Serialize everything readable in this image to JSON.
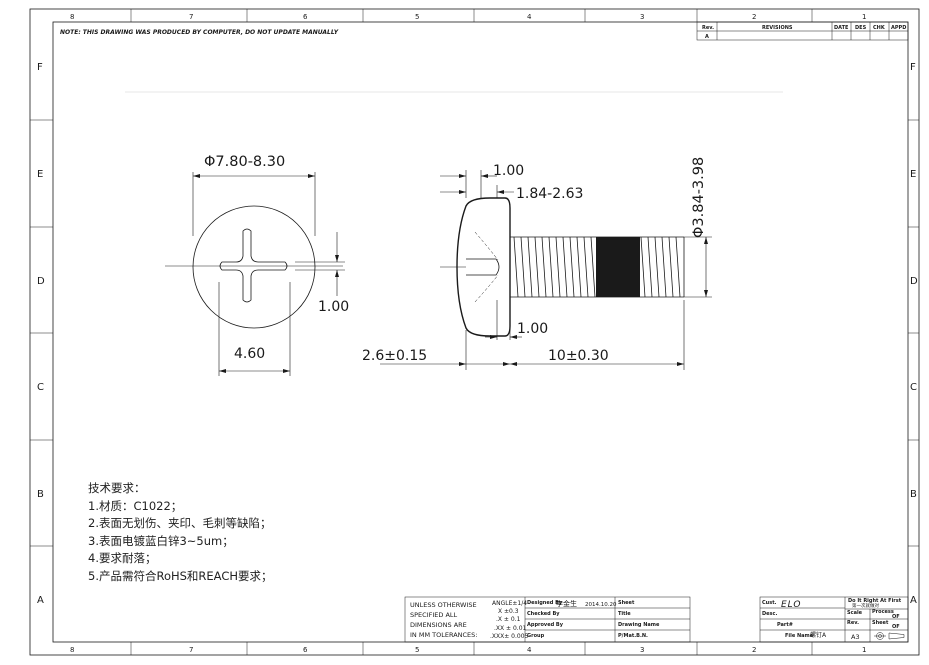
{
  "grid": {
    "columns_top": [
      "8",
      "7",
      "6",
      "5",
      "4",
      "3",
      "2",
      "1"
    ],
    "columns_bottom": [
      "8",
      "7",
      "6",
      "5",
      "4",
      "3",
      "2",
      "1"
    ],
    "rows": [
      "F",
      "E",
      "D",
      "C",
      "B",
      "A"
    ]
  },
  "header_note": "NOTE: THIS DRAWING WAS PRODUCED BY COMPUTER, DO NOT UPDATE MANUALLY",
  "revisions": {
    "rev_label": "Rev.",
    "title": "REVISIONS",
    "date": "DATE",
    "des": "DES",
    "chk": "CHK",
    "appd": "APPD",
    "rev_value": "A"
  },
  "dimensions": {
    "head_diameter": "Φ7.80-8.30",
    "slot_width": "4.60",
    "slot_depth": "1.00",
    "top_1": "1.00",
    "head_height": "1.84-2.63",
    "thread_diameter": "Φ3.84-3.98",
    "under_head": "1.00",
    "head_length": "2.6±0.15",
    "shank_length": "10±0.30"
  },
  "notes": {
    "title": "技术要求：",
    "items": [
      "1.材质：C1022；",
      "2.表面无划伤、夹印、毛刺等缺陷；",
      "3.表面电镀蓝白锌3~5um；",
      "4.要求耐落；",
      "5.产品需符合RoHS和REACH要求；"
    ]
  },
  "tolerance_block": {
    "line1": "UNLESS OTHERWISE",
    "line2": "SPECIFIED ALL",
    "line3": "DIMENSIONS ARE",
    "line4": "IN MM TOLERANCES:",
    "angle": "ANGLE±1/4",
    "t1": "X  ±0.3",
    "t2": ".X  ± 0.1",
    "t3": ".XX ± 0.01",
    "t4": ".XXX± 0.005",
    "designed_by": "Designed By",
    "designer": "李金生",
    "design_date": "2014.10.20",
    "checked_by": "Checked By",
    "approved_by": "Approved By",
    "group": "Group",
    "sheet_label": "Sheet",
    "title_label": "Title",
    "drawing_name": "Drawing Name",
    "pmat": "P/Mat.B.N."
  },
  "title_block": {
    "cust_label": "Cust.",
    "logo": "ELO",
    "desc_label": "Desc.",
    "part_label": "Part#",
    "file_name_label": "File Name",
    "file_name": "螺钉A",
    "fit_line1": "Do It Right At First",
    "fit_line2": "第一次就做对",
    "scale_label": "Scale",
    "process_label": "Process",
    "rev_label": "Rev.",
    "sheet_label": "Sheet",
    "of1": "OF",
    "of2": "OF",
    "size": "A3"
  }
}
